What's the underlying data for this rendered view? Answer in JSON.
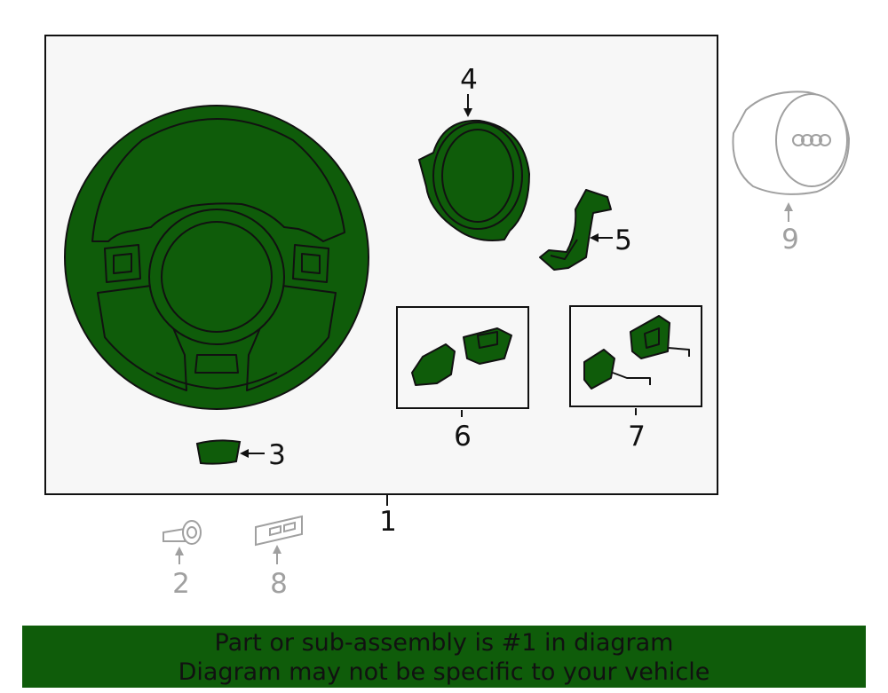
{
  "callouts": {
    "c1": "1",
    "c2": "2",
    "c3": "3",
    "c4": "4",
    "c5": "5",
    "c6": "6",
    "c7": "7",
    "c8": "8",
    "c9": "9"
  },
  "banner": {
    "line1": "Part or sub-assembly is #1 in diagram",
    "line2": "Diagram may not be specific to your vehicle"
  },
  "colors": {
    "part_fill": "#0f5c0a",
    "outline": "#111111",
    "inactive": "#a0a0a0",
    "panel": "#f7f7f7"
  }
}
